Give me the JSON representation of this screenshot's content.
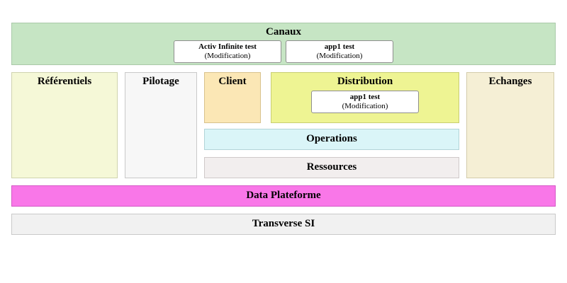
{
  "zones": {
    "canaux": {
      "label": "Canaux",
      "apps": [
        {
          "title": "Activ Infinite test",
          "subtitle": "(Modification)"
        },
        {
          "title": "app1 test",
          "subtitle": "(Modification)"
        }
      ]
    },
    "referentiels": {
      "label": "Référentiels"
    },
    "pilotage": {
      "label": "Pilotage"
    },
    "client": {
      "label": "Client"
    },
    "distribution": {
      "label": "Distribution",
      "apps": [
        {
          "title": "app1 test",
          "subtitle": "(Modification)"
        }
      ]
    },
    "operations": {
      "label": "Operations"
    },
    "ressources": {
      "label": "Ressources"
    },
    "echanges": {
      "label": "Echanges"
    },
    "data_plateforme": {
      "label": "Data Plateforme"
    },
    "transverse_si": {
      "label": "Transverse SI"
    }
  },
  "colors": {
    "canaux": "#c6e5c4",
    "referentiels": "#f5f8d7",
    "pilotage": "#f7f7f7",
    "client": "#fbe7b5",
    "distribution": "#eef493",
    "operations": "#daf5f8",
    "ressources": "#f2eeee",
    "echanges": "#f5efd5",
    "data_plateforme": "#f977e8",
    "transverse_si": "#f1f1f1",
    "app_card_bg": "#ffffff"
  }
}
